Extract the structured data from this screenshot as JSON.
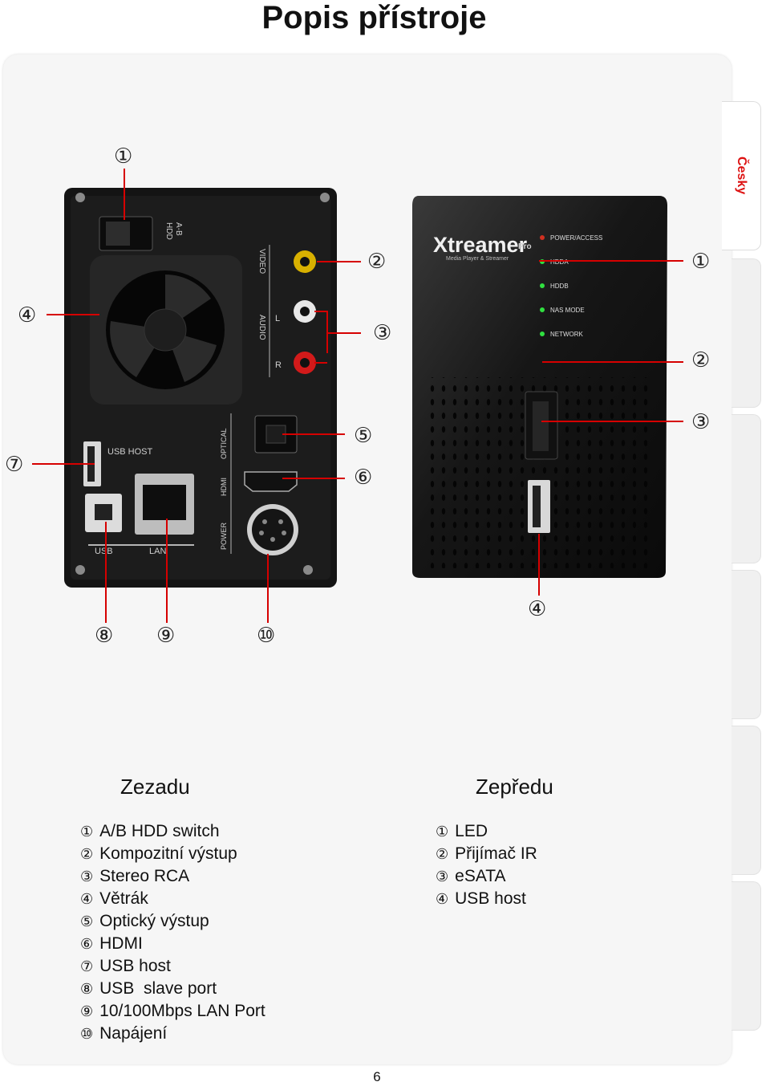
{
  "page": {
    "title": "Popis přístroje",
    "side_tab": "Česky",
    "page_number": "6"
  },
  "devices": {
    "back": {
      "panel_labels": {
        "hdd": "HDD",
        "ab": "A-B",
        "video": "VIDEO",
        "audio": "AUDIO",
        "l": "L",
        "r": "R",
        "usb_host": "USB HOST",
        "optical": "OPTICAL",
        "hdmi": "HDMI",
        "power": "POWER",
        "usb": "USB",
        "lan": "LAN"
      }
    },
    "front": {
      "brand": "Xtreamer",
      "brand_suffix": "Pro",
      "tagline": "Media Player & Streamer",
      "leds": [
        "POWER/ACCESS",
        "HDDA",
        "HDDB",
        "NAS MODE",
        "NETWORK"
      ]
    }
  },
  "callouts": {
    "back": [
      "①",
      "②",
      "③",
      "④",
      "⑤",
      "⑥",
      "⑦",
      "⑧",
      "⑨",
      "⑩"
    ],
    "front": [
      "①",
      "②",
      "③",
      "④"
    ]
  },
  "legend": {
    "back": {
      "heading": "Zezadu",
      "items": [
        {
          "mark": "①",
          "text": "A/B HDD switch"
        },
        {
          "mark": "②",
          "text": "Kompozitní výstup"
        },
        {
          "mark": "③",
          "text": "Stereo RCA"
        },
        {
          "mark": "④",
          "text": "Větrák"
        },
        {
          "mark": "⑤",
          "text": "Optický výstup"
        },
        {
          "mark": "⑥",
          "text": "HDMI"
        },
        {
          "mark": "⑦",
          "text": "USB host"
        },
        {
          "mark": "⑧",
          "text": "USB  slave port"
        },
        {
          "mark": "⑨",
          "text": "10/100Mbps LAN Port"
        },
        {
          "mark": "⑩",
          "text": "Napájení"
        }
      ]
    },
    "front": {
      "heading": "Zepředu",
      "items": [
        {
          "mark": "①",
          "text": "LED"
        },
        {
          "mark": "②",
          "text": "Přijímač IR"
        },
        {
          "mark": "③",
          "text": "eSATA"
        },
        {
          "mark": "④",
          "text": "USB host"
        }
      ]
    }
  }
}
